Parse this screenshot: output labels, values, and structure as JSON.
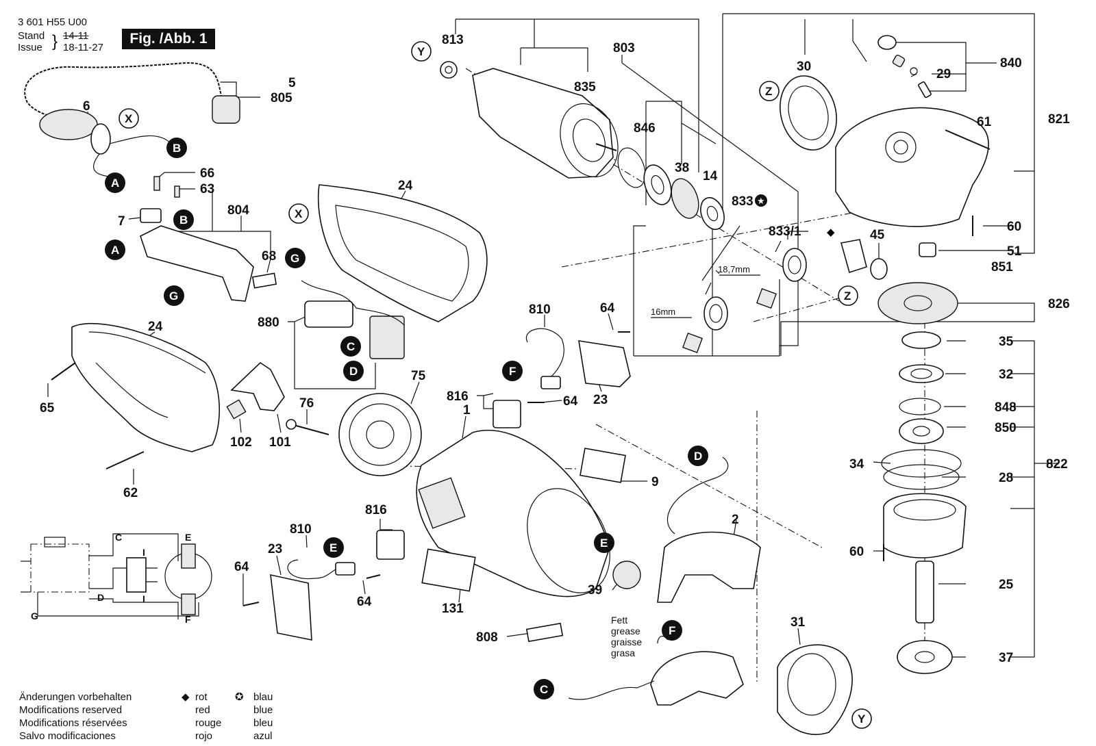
{
  "header": {
    "doc_number": "3 601 H55 U00",
    "stand_label": "Stand",
    "issue_label": "Issue",
    "stand_date": "14-11",
    "issue_date": "18-11-27",
    "figure_label": "Fig. /Abb. 1"
  },
  "part_numbers": [
    "5",
    "805",
    "6",
    "66",
    "63",
    "804",
    "7",
    "68",
    "24",
    "880",
    "65",
    "102",
    "101",
    "62",
    "76",
    "75",
    "1",
    "816",
    "810",
    "64",
    "23",
    "9",
    "131",
    "808",
    "2",
    "39",
    "31",
    "813",
    "803",
    "835",
    "846",
    "38",
    "14",
    "833",
    "833/1",
    "30",
    "840",
    "29",
    "61",
    "821",
    "60",
    "51",
    "851",
    "45",
    "826",
    "35",
    "32",
    "848",
    "850",
    "34",
    "28",
    "822",
    "25",
    "37"
  ],
  "connection_markers": [
    "A",
    "B",
    "C",
    "D",
    "E",
    "F",
    "G",
    "X",
    "Y",
    "Z"
  ],
  "dimensions": {
    "d1": "18,7mm",
    "d2": "16mm"
  },
  "wiring_labels": [
    "C",
    "D",
    "E",
    "F",
    "G",
    "I",
    "I"
  ],
  "grease_note": [
    "Fett",
    "grease",
    "graisse",
    "grasa"
  ],
  "notes": [
    "Änderungen vorbehalten",
    "Modifications reserved",
    "Modifications réservées",
    "Salvo modificaciones"
  ],
  "color_legend": {
    "diamond": {
      "symbol": "◆",
      "labels": [
        "rot",
        "red",
        "rouge",
        "rojo"
      ]
    },
    "star": {
      "symbol": "✪",
      "labels": [
        "blau",
        "blue",
        "bleu",
        "azul"
      ]
    }
  }
}
